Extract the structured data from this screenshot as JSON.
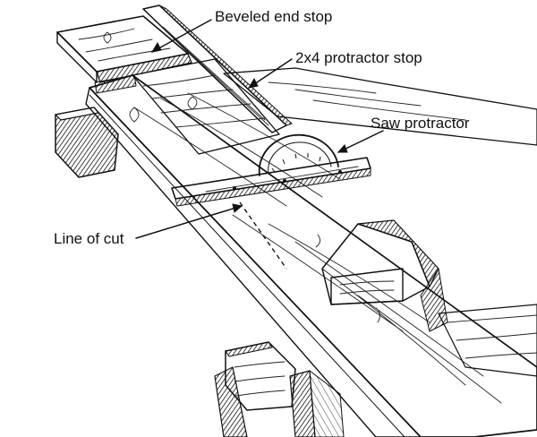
{
  "labels": {
    "beveled_end_stop": "Beveled end stop",
    "protractor_stop": "2x4 protractor stop",
    "saw_protractor": "Saw protractor",
    "line_of_cut": "Line of cut"
  }
}
